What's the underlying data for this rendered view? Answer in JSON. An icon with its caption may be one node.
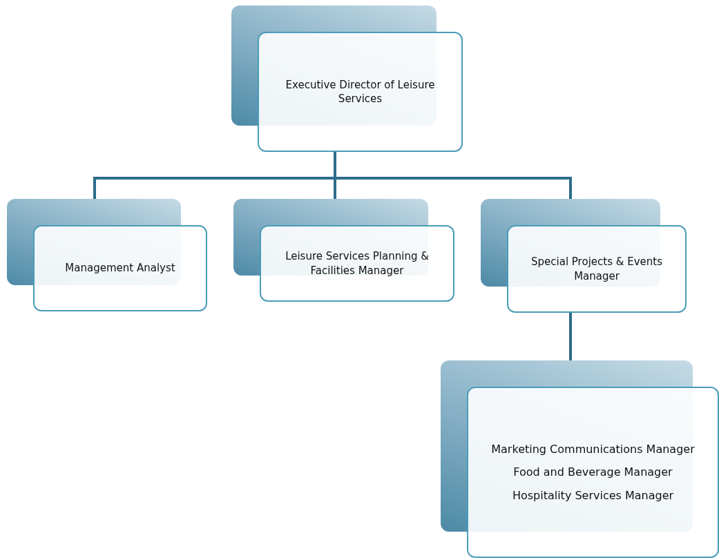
{
  "diagram": {
    "nodes": [
      {
        "text": [
          "Executive Director of Leisure Services"
        ]
      },
      {
        "text": [
          "Management Analyst"
        ]
      },
      {
        "text": [
          "Leisure Services Planning & Facilities Manager"
        ]
      },
      {
        "text": [
          "Special Projects & Events Manager"
        ]
      },
      {
        "text": [
          "Marketing Communications Manager",
          "Food and Beverage Manager",
          "Hospitality Services Manager"
        ]
      }
    ],
    "edges": [
      {
        "from": 0,
        "to": 1,
        "arrow": "none"
      },
      {
        "from": 0,
        "to": 2,
        "arrow": "none"
      },
      {
        "from": 0,
        "to": 3,
        "arrow": "none"
      },
      {
        "from": 3,
        "to": 4,
        "arrow": "none"
      }
    ]
  }
}
